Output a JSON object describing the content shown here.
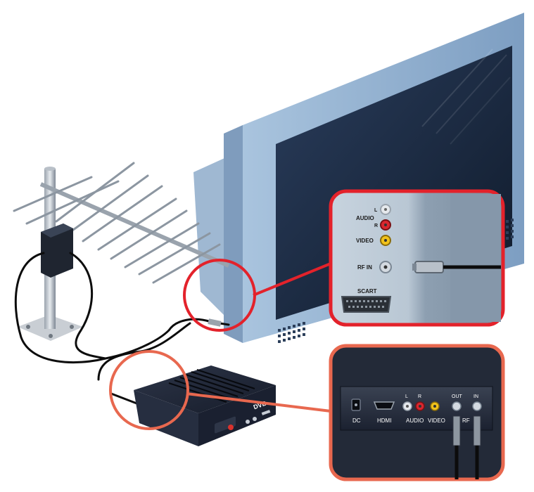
{
  "tv_panel": {
    "audio": "AUDIO",
    "audio_l": "L",
    "audio_r": "R",
    "video": "VIDEO",
    "rf_in": "RF IN",
    "scart": "SCART"
  },
  "box_panel": {
    "dc": "DC",
    "hdmi": "HDMI",
    "l": "L",
    "r": "R",
    "audio": "AUDIO",
    "video": "VIDEO",
    "out": "OUT",
    "in": "IN",
    "rf": "RF"
  },
  "receiver": {
    "logo": "DVB"
  },
  "colors": {
    "callout_tv_border": "#e3222b",
    "callout_box_border": "#e8684f",
    "tv_frame": "#8fb0d1",
    "tv_screen": "#1d2d44",
    "receiver_body": "#1e2638"
  }
}
